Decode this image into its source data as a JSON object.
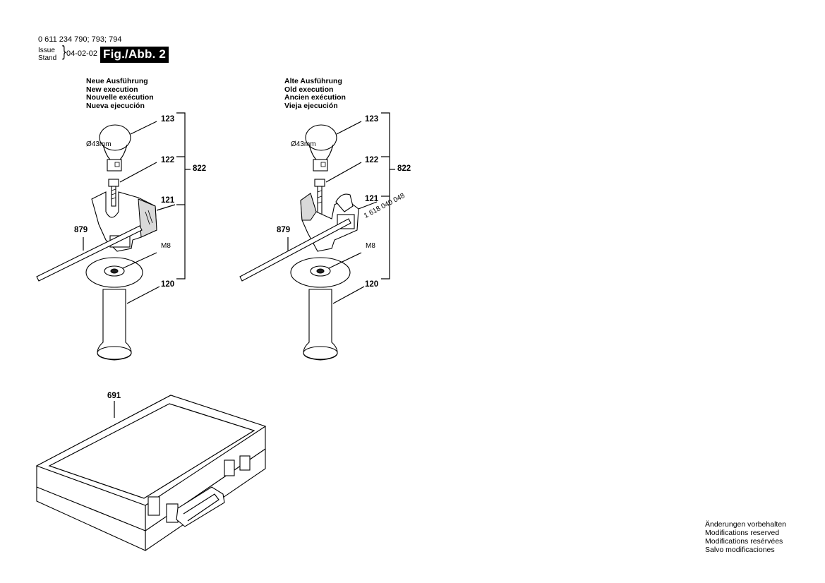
{
  "header": {
    "doc_number": "0 611 234 790; 793; 794",
    "issue_label": "Issue",
    "stand_label": "Stand",
    "issue_date": "04-02-02",
    "figure_label": "Fig./Abb. 2"
  },
  "left_assembly": {
    "heading": [
      "Neue Ausführung",
      "New execution",
      "Nouvelle exécution",
      "Nueva ejecución"
    ],
    "callouts": {
      "p123": "123",
      "p122": "122",
      "p121": "121",
      "p120": "120",
      "p879": "879",
      "p822": "822"
    },
    "dim_label": "Ø43mm",
    "thread_label": "M8"
  },
  "right_assembly": {
    "heading": [
      "Alte Ausführung",
      "Old execution",
      "Ancien exécution",
      "Vieja ejecución"
    ],
    "callouts": {
      "p123": "123",
      "p122": "122",
      "p121": "121",
      "p120": "120",
      "p879": "879",
      "p822": "822"
    },
    "dim_label": "Ø43mm",
    "thread_label": "M8",
    "part_number": "1 618 040 048"
  },
  "case": {
    "callout": "691"
  },
  "footer": {
    "notes": [
      "Änderungen vorbehalten",
      "Modifications reserved",
      "Modifications resérvées",
      "Salvo modificaciones"
    ]
  }
}
